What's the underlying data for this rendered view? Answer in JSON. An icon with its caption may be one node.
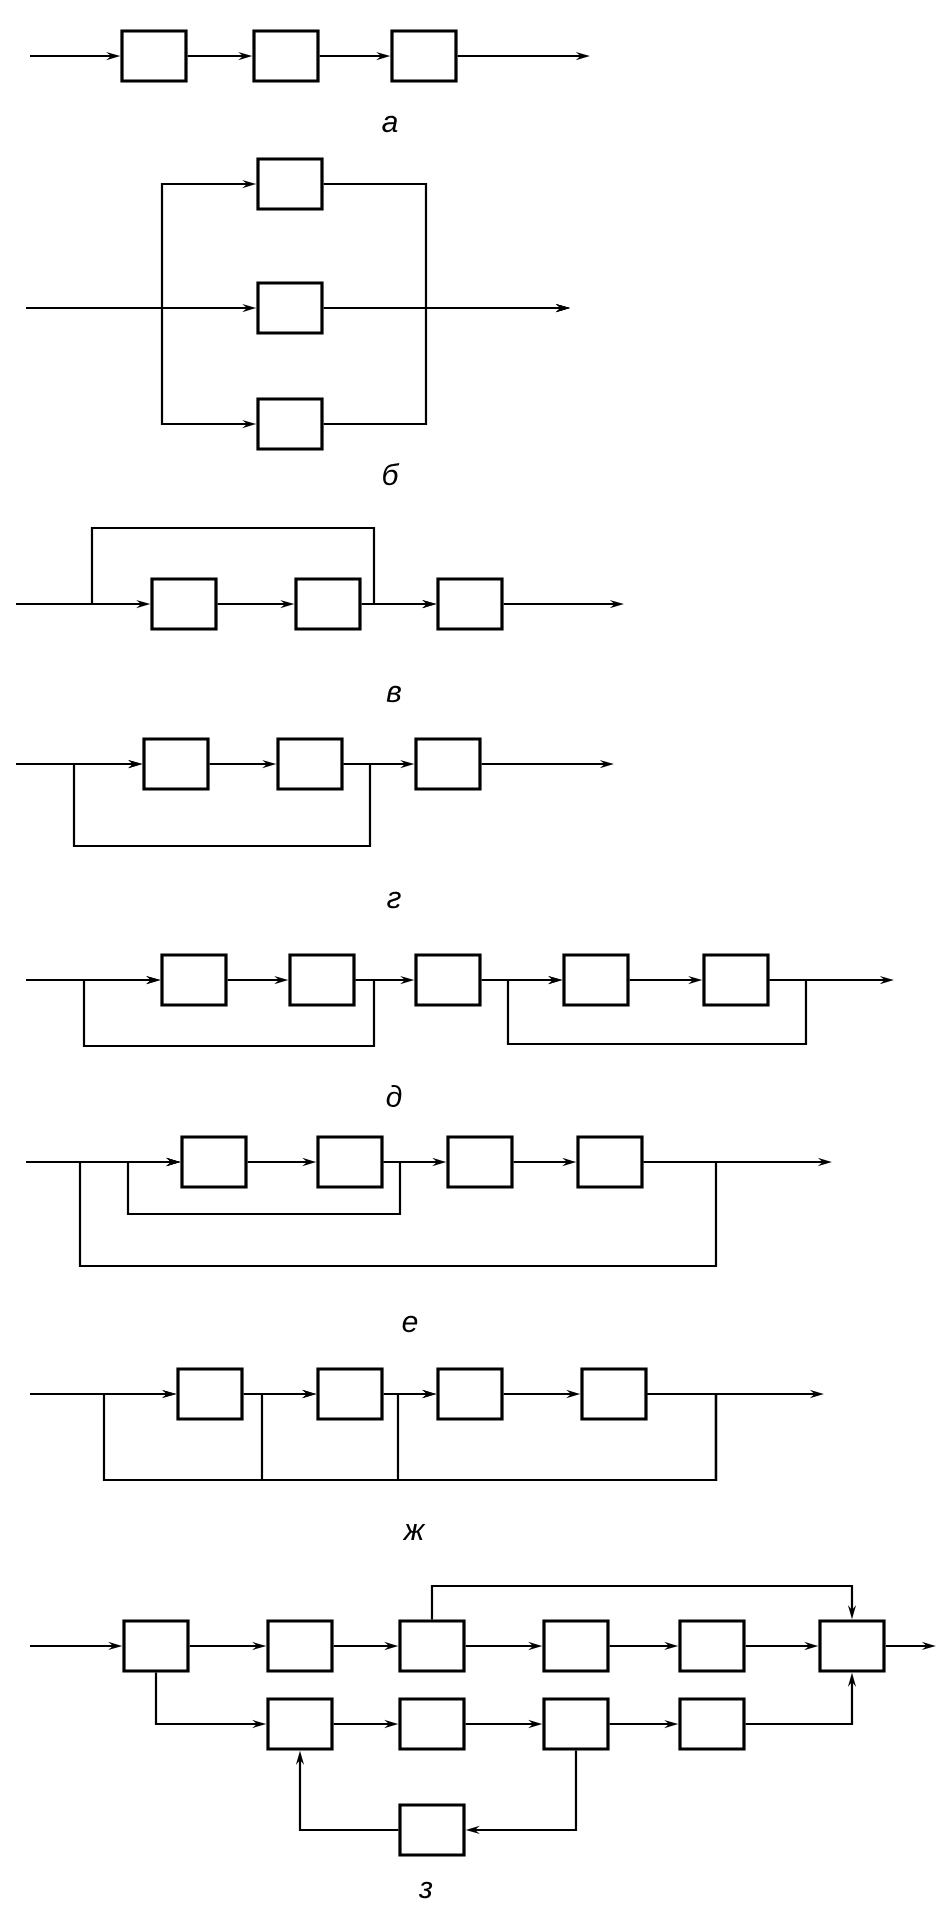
{
  "diagram": {
    "nodes": [
      {
        "text": [],
        "shape": "box"
      },
      {
        "text": [],
        "shape": "box"
      },
      {
        "text": [],
        "shape": "box"
      },
      {
        "text": [],
        "shape": "box"
      },
      {
        "text": [],
        "shape": "box"
      },
      {
        "text": [],
        "shape": "box"
      },
      {
        "text": [],
        "shape": "box"
      },
      {
        "text": [],
        "shape": "box"
      },
      {
        "text": [],
        "shape": "box"
      },
      {
        "text": [],
        "shape": "box"
      },
      {
        "text": [],
        "shape": "box"
      },
      {
        "text": [],
        "shape": "box"
      },
      {
        "text": [],
        "shape": "box"
      },
      {
        "text": [],
        "shape": "box"
      },
      {
        "text": [],
        "shape": "box"
      },
      {
        "text": [],
        "shape": "box"
      },
      {
        "text": [],
        "shape": "box"
      },
      {
        "text": [],
        "shape": "box"
      },
      {
        "text": [],
        "shape": "box"
      },
      {
        "text": [],
        "shape": "box"
      },
      {
        "text": [],
        "shape": "box"
      },
      {
        "text": [],
        "shape": "box"
      },
      {
        "text": [],
        "shape": "box"
      },
      {
        "text": [],
        "shape": "box"
      },
      {
        "text": [],
        "shape": "box"
      },
      {
        "text": [],
        "shape": "box"
      },
      {
        "text": [],
        "shape": "box"
      },
      {
        "text": [],
        "shape": "box"
      },
      {
        "text": [],
        "shape": "box"
      },
      {
        "text": [],
        "shape": "box"
      },
      {
        "text": [],
        "shape": "box"
      },
      {
        "text": [],
        "shape": "box"
      },
      {
        "text": [],
        "shape": "box"
      },
      {
        "text": [],
        "shape": "box"
      },
      {
        "text": [],
        "shape": "box"
      },
      {
        "text": [],
        "shape": "box"
      }
    ],
    "edges": [
      {
        "from": null,
        "to": 0,
        "arrow": "to"
      },
      {
        "from": 0,
        "to": 1,
        "arrow": "to"
      },
      {
        "from": 1,
        "to": 2,
        "arrow": "to"
      },
      {
        "from": 2,
        "to": null,
        "arrow": "to"
      },
      {
        "from": null,
        "to": 3,
        "arrow": "to"
      },
      {
        "from": null,
        "to": 4,
        "arrow": "to"
      },
      {
        "from": null,
        "to": 5,
        "arrow": "to"
      },
      {
        "from": 3,
        "to": null,
        "arrow": "to"
      },
      {
        "from": 4,
        "to": null,
        "arrow": "to"
      },
      {
        "from": 5,
        "to": null,
        "arrow": "to"
      },
      {
        "from": null,
        "to": 6,
        "arrow": "to"
      },
      {
        "from": 6,
        "to": 7,
        "arrow": "to"
      },
      {
        "from": 7,
        "to": 8,
        "arrow": "to"
      },
      {
        "from": null,
        "to": 8,
        "arrow": "to"
      },
      {
        "from": 8,
        "to": null,
        "arrow": "to"
      },
      {
        "from": null,
        "to": 9,
        "arrow": "to"
      },
      {
        "from": 9,
        "to": 10,
        "arrow": "to"
      },
      {
        "from": 10,
        "to": 11,
        "arrow": "to"
      },
      {
        "from": 10,
        "to": 9,
        "arrow": "to"
      },
      {
        "from": 11,
        "to": null,
        "arrow": "to"
      },
      {
        "from": null,
        "to": 12,
        "arrow": "to"
      },
      {
        "from": 12,
        "to": 13,
        "arrow": "to"
      },
      {
        "from": 13,
        "to": 14,
        "arrow": "to"
      },
      {
        "from": 14,
        "to": 15,
        "arrow": "to"
      },
      {
        "from": 15,
        "to": 16,
        "arrow": "to"
      },
      {
        "from": 13,
        "to": 12,
        "arrow": "to"
      },
      {
        "from": 16,
        "to": 15,
        "arrow": "to"
      },
      {
        "from": 16,
        "to": null,
        "arrow": "to"
      },
      {
        "from": null,
        "to": 17,
        "arrow": "to"
      },
      {
        "from": 17,
        "to": 18,
        "arrow": "to"
      },
      {
        "from": 18,
        "to": 19,
        "arrow": "to"
      },
      {
        "from": 19,
        "to": 20,
        "arrow": "to"
      },
      {
        "from": 18,
        "to": 17,
        "arrow": "to"
      },
      {
        "from": 20,
        "to": 17,
        "arrow": "to"
      },
      {
        "from": 20,
        "to": null,
        "arrow": "to"
      },
      {
        "from": null,
        "to": 21,
        "arrow": "to"
      },
      {
        "from": 21,
        "to": 22,
        "arrow": "to"
      },
      {
        "from": 22,
        "to": 23,
        "arrow": "to"
      },
      {
        "from": 23,
        "to": 24,
        "arrow": "to"
      },
      {
        "from": 24,
        "to": 21,
        "arrow": "to"
      },
      {
        "from": 24,
        "to": 22,
        "arrow": "to"
      },
      {
        "from": 24,
        "to": 23,
        "arrow": "to"
      },
      {
        "from": 24,
        "to": null,
        "arrow": "to"
      },
      {
        "from": null,
        "to": 25,
        "arrow": "to"
      },
      {
        "from": 25,
        "to": 26,
        "arrow": "to"
      },
      {
        "from": 26,
        "to": 27,
        "arrow": "to"
      },
      {
        "from": 27,
        "to": 28,
        "arrow": "to"
      },
      {
        "from": 28,
        "to": 29,
        "arrow": "to"
      },
      {
        "from": 29,
        "to": 30,
        "arrow": "to"
      },
      {
        "from": 30,
        "to": null,
        "arrow": "to"
      },
      {
        "from": 25,
        "to": 31,
        "arrow": "to"
      },
      {
        "from": 31,
        "to": 32,
        "arrow": "to"
      },
      {
        "from": 32,
        "to": 33,
        "arrow": "to"
      },
      {
        "from": 33,
        "to": 34,
        "arrow": "to"
      },
      {
        "from": 34,
        "to": 30,
        "arrow": "to"
      },
      {
        "from": 27,
        "to": 30,
        "arrow": "to"
      },
      {
        "from": 33,
        "to": 35,
        "arrow": "to"
      },
      {
        "from": 35,
        "to": 31,
        "arrow": "to"
      }
    ],
    "labels": [
      "а",
      "б",
      "в",
      "г",
      "д",
      "е",
      "ж",
      "з"
    ]
  }
}
